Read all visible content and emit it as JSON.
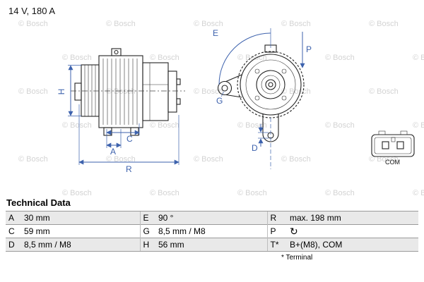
{
  "header": {
    "rating": "14 V, 180 A"
  },
  "watermark": {
    "text": "© Bosch"
  },
  "colors": {
    "dimension_blue": "#3d62ad",
    "watermark_gray": "#d3d3d3",
    "row_shade": "#e9e9e9",
    "line_black": "#222222"
  },
  "drawing": {
    "side_view_labels": {
      "H": "H",
      "A": "A",
      "C": "C",
      "R": "R"
    },
    "front_view_labels": {
      "E": "E",
      "P": "P",
      "G": "G",
      "D": "D"
    },
    "connector_label": "COM"
  },
  "technical_data": {
    "title": "Technical Data",
    "rows": [
      [
        {
          "key": "A",
          "value": "30 mm"
        },
        {
          "key": "E",
          "value": "90 °"
        },
        {
          "key": "R",
          "value": "max. 198 mm"
        }
      ],
      [
        {
          "key": "C",
          "value": "59 mm"
        },
        {
          "key": "G",
          "value": "8,5 mm / M8"
        },
        {
          "key": "P",
          "value": "↻"
        }
      ],
      [
        {
          "key": "D",
          "value": "8,5 mm / M8"
        },
        {
          "key": "H",
          "value": "56 mm"
        },
        {
          "key": "T*",
          "value": "B+(M8), COM"
        }
      ]
    ],
    "footnote": "* Terminal"
  }
}
